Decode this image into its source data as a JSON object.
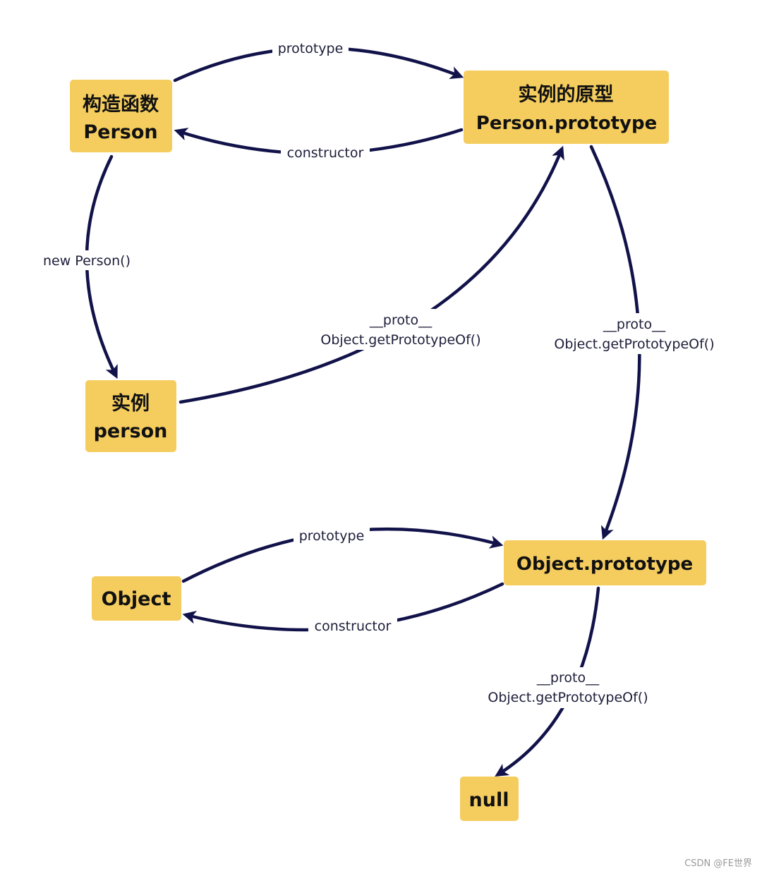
{
  "nodes": {
    "constructor_fn": {
      "line1": "构造函数",
      "line2": "Person"
    },
    "person_prototype": {
      "line1": "实例的原型",
      "line2": "Person.prototype"
    },
    "instance": {
      "line1": "实例",
      "line2": "person"
    },
    "object": {
      "line1": "Object"
    },
    "object_prototype": {
      "line1": "Object.prototype"
    },
    "null_node": {
      "line1": "null"
    }
  },
  "edges": {
    "person_prototype_link": {
      "label": "prototype"
    },
    "person_constructor_link": {
      "label": "constructor"
    },
    "new_person": {
      "label": "new Person()"
    },
    "instance_proto": {
      "line1": "__proto__",
      "line2": "Object.getPrototypeOf()"
    },
    "person_prototype_proto": {
      "line1": "__proto__",
      "line2": "Object.getPrototypeOf()"
    },
    "object_prototype_link": {
      "label": "prototype"
    },
    "object_constructor_link": {
      "label": "constructor"
    },
    "object_prototype_proto": {
      "line1": "__proto__",
      "line2": "Object.getPrototypeOf()"
    }
  },
  "watermark": "CSDN @FE世界",
  "colors": {
    "node_fill": "#f5cd5f",
    "edge": "#12124a",
    "text": "#111111"
  }
}
